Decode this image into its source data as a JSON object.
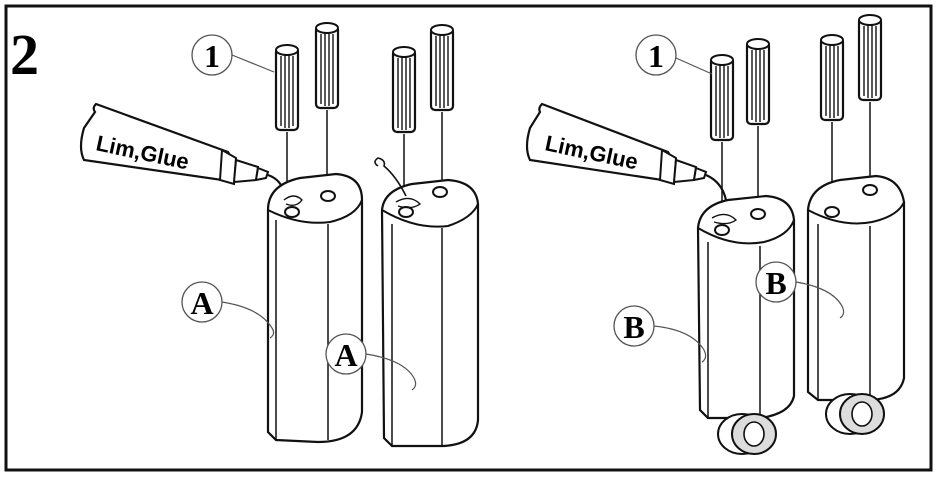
{
  "step_number": "2",
  "left_group": {
    "dowel_callout": "1",
    "glue_tube_label": "Lim,Glue",
    "part_callouts": [
      "A",
      "A"
    ]
  },
  "right_group": {
    "dowel_callout": "1",
    "glue_tube_label": "Lim,Glue",
    "part_callouts": [
      "B",
      "B"
    ]
  }
}
